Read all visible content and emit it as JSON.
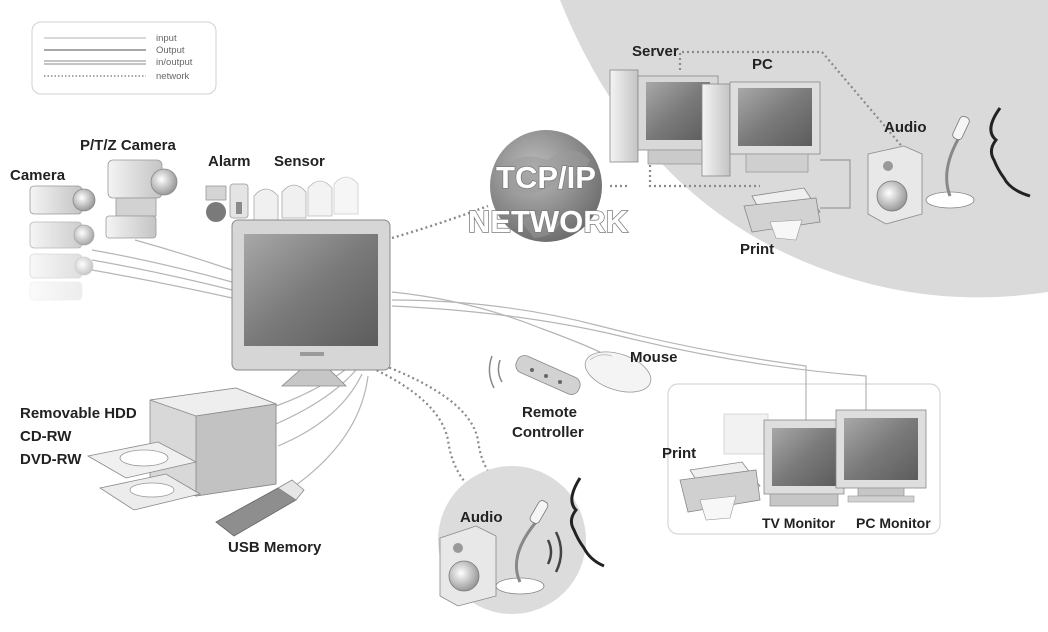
{
  "legend": {
    "items": [
      {
        "label": "input",
        "style": "solid-thin"
      },
      {
        "label": "Output",
        "style": "solid"
      },
      {
        "label": "in/output",
        "style": "double"
      },
      {
        "label": "network",
        "style": "dotted"
      }
    ]
  },
  "network": {
    "line1": "TCP/IP",
    "line2": "NETWORK"
  },
  "labels": {
    "camera": "Camera",
    "ptz_camera": "P/T/Z Camera",
    "alarm": "Alarm",
    "sensor": "Sensor",
    "server": "Server",
    "pc": "PC",
    "audio_top": "Audio",
    "print_top": "Print",
    "mouse": "Mouse",
    "remote_line1": "Remote",
    "remote_line2": "Controller",
    "removable_hdd": "Removable HDD",
    "cdrw": "CD-RW",
    "dvdrw": "DVD-RW",
    "usb_memory": "USB Memory",
    "audio_bottom": "Audio",
    "print_right": "Print",
    "tv_monitor": "TV Monitor",
    "pc_monitor": "PC Monitor"
  },
  "icons": {
    "camera": "camera-icon",
    "ptz_camera": "ptz-camera-icon",
    "alarm": "alarm-icon",
    "sensor": "sensor-icon",
    "dvr_monitor": "dvr-monitor-icon",
    "globe": "globe-icon",
    "server": "server-icon",
    "pc": "pc-icon",
    "printer": "printer-icon",
    "microphone": "microphone-icon",
    "speaker": "speaker-icon",
    "mouse": "mouse-icon",
    "remote": "remote-control-icon",
    "drive": "disc-drive-icon",
    "usb": "usb-memory-icon",
    "tv": "tv-monitor-icon"
  },
  "colors": {
    "ink": "#222222",
    "device_light": "#e8e8e8",
    "device_mid": "#bdbdbd",
    "device_dark": "#6e6e6e",
    "screen": "#8a8a8a",
    "network_area": "#d9d9d9"
  }
}
